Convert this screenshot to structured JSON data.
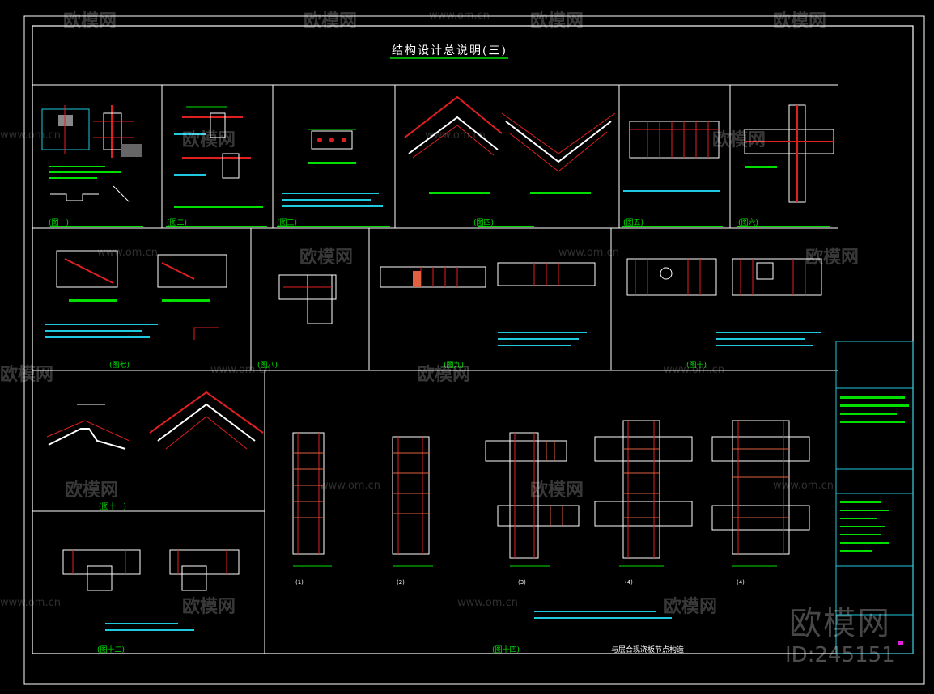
{
  "drawing": {
    "title": "结构设计总说明(三)",
    "captions": [
      "(图一)",
      "(图二)",
      "(图三)",
      "(图四)",
      "(图五)",
      "(图六)",
      "(图七)",
      "(图八)",
      "(图九)",
      "(图十)",
      "(图十一)",
      "(图十二)",
      "(图十四)"
    ],
    "caption_tail_14": "与层合现浇板节点构造",
    "detail_labels": [
      "(1)",
      "(2)",
      "(3)",
      "(4)"
    ]
  },
  "watermark": {
    "brand": "欧模网",
    "url": "www.om.cn",
    "id_text": "ID:245151"
  },
  "colors": {
    "background": "#000000",
    "frame": "#ffffff",
    "green": "#00e000",
    "red": "#e02020",
    "cyan": "#20c8e0",
    "yellow": "#e8e020"
  }
}
